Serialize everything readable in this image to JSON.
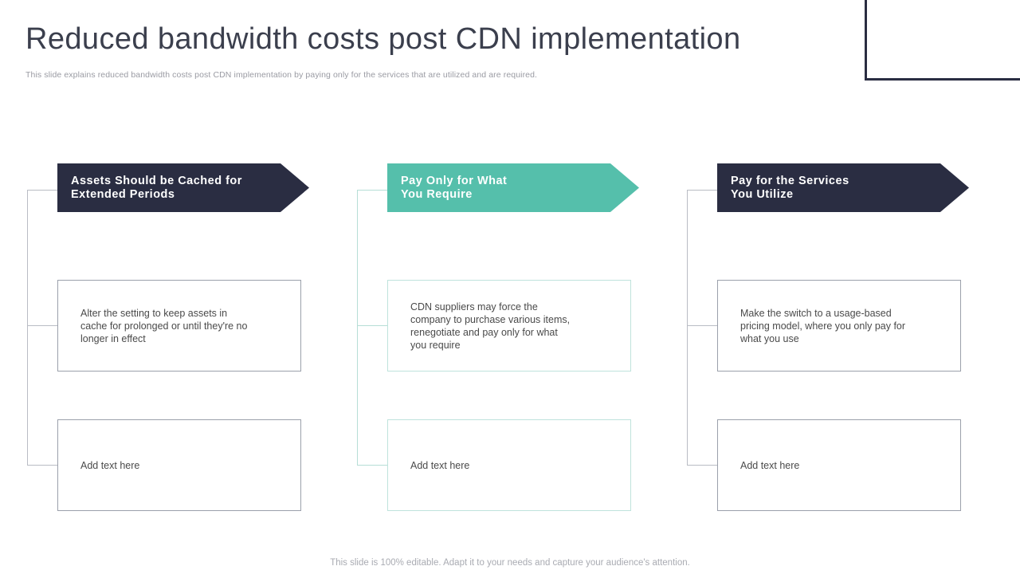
{
  "header": {
    "title": "Reduced bandwidth costs post CDN implementation",
    "subtitle": "This slide explains reduced bandwidth costs post CDN implementation by paying only for the services that are utilized and are required."
  },
  "decoration": {
    "corner_color": "#2a2d42"
  },
  "theme": {
    "dark": "#2a2d42",
    "teal": "#55bfab",
    "line_gray": "#b9bcc4",
    "line_teal": "#b6ded6",
    "box_border_gray": "#9ba0ab",
    "box_border_teal": "#bfe3dc",
    "title_color": "#3b3f4d",
    "body_text": "#4a4a4a",
    "muted_text": "#a9abb2"
  },
  "columns": [
    {
      "accent": "dark",
      "banner_label": "Assets Should  be Cached for\nExtended Periods",
      "boxes": [
        {
          "text": "Alter the setting to keep assets in\ncache for prolonged or until they're no\nlonger in effect"
        },
        {
          "text": "Add text here"
        }
      ]
    },
    {
      "accent": "teal",
      "banner_label": "Pay Only for What\nYou Require",
      "boxes": [
        {
          "text": "CDN suppliers may force the\ncompany to purchase various items,\nrenegotiate and pay only for what\nyou require"
        },
        {
          "text": "Add text here"
        }
      ]
    },
    {
      "accent": "dark",
      "banner_label": "Pay for the Services\nYou Utilize",
      "boxes": [
        {
          "text": "Make the switch to a usage-based\npricing model, where you only pay for\nwhat you use"
        },
        {
          "text": "Add text here"
        }
      ]
    }
  ],
  "footer": {
    "note": "This slide is 100% editable. Adapt it to your needs and capture your audience's attention."
  }
}
